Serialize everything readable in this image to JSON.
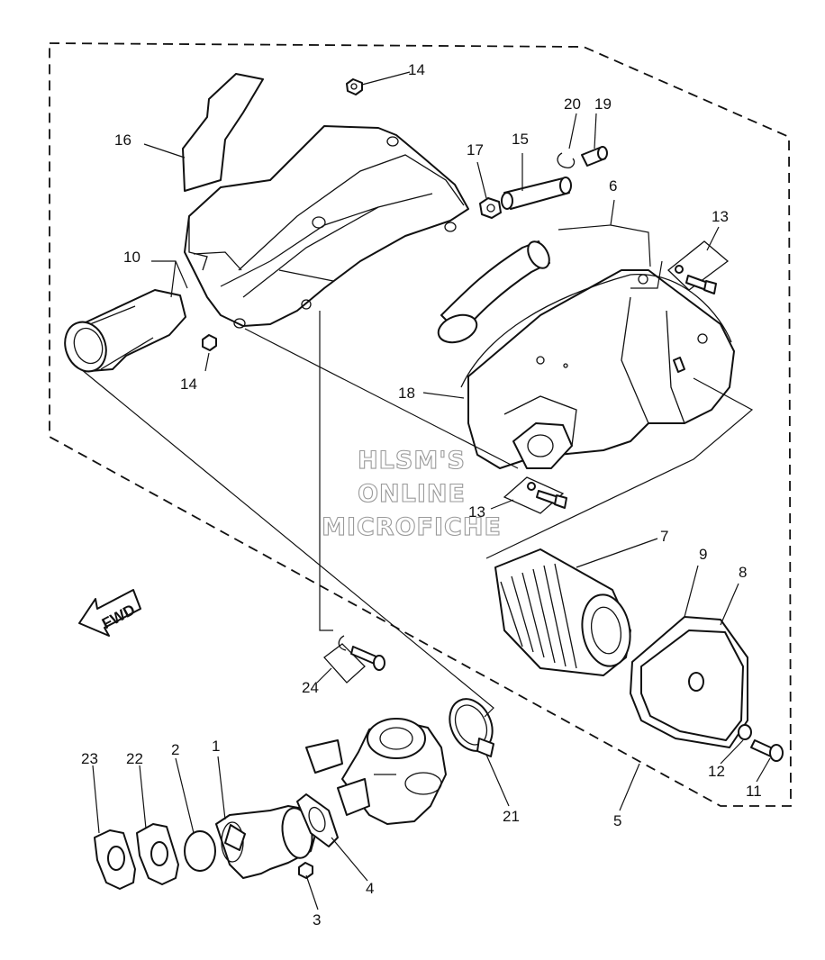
{
  "watermark": {
    "line1": "HLSM'S",
    "line2": "ONLINE",
    "line3": "MICROFICHE"
  },
  "fwd_arrow": {
    "label": "FWD"
  },
  "callouts": {
    "c1": "1",
    "c2": "2",
    "c3": "3",
    "c4": "4",
    "c5": "5",
    "c6": "6",
    "c7": "7",
    "c8": "8",
    "c9": "9",
    "c10": "10",
    "c11": "11",
    "c12": "12",
    "c13a": "13",
    "c13b": "13",
    "c14a": "14",
    "c14b": "14",
    "c15": "15",
    "c16": "16",
    "c17": "17",
    "c18": "18",
    "c19": "19",
    "c20": "20",
    "c21": "21",
    "c22": "22",
    "c23": "23",
    "c24": "24"
  }
}
